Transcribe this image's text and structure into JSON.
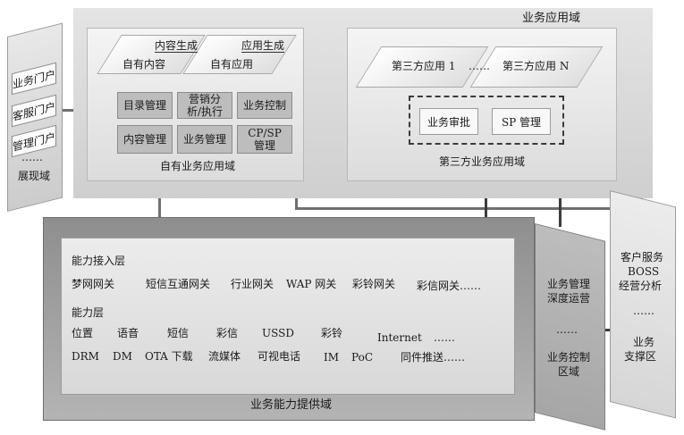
{
  "app_domain": {
    "title": "业务应用域",
    "own": {
      "label": "自有业务应用域",
      "content_gen": "内容生成",
      "own_content": "自有内容",
      "app_gen": "应用生成",
      "own_app": "自有应用",
      "modules": [
        "目录管理",
        "营销分",
        "析/执行",
        "业务控制",
        "内容管理",
        "业务管理",
        "CP/SP",
        "管理"
      ]
    },
    "third": {
      "label": "第三方业务应用域",
      "app1": "第三方应用 1",
      "dots": "……",
      "appN": "第三方应用 N",
      "approve": "业务审批",
      "sp": "SP 管理"
    }
  },
  "presentation": {
    "portals": [
      "业务门户",
      "客服门户",
      "管理门户",
      "……"
    ],
    "label": "展现域"
  },
  "capability": {
    "label": "业务能力提供域",
    "access_layer": {
      "title": "能力接入层",
      "items": [
        "梦网网关",
        "短信互通网关",
        "行业网关",
        "WAP 网关",
        "彩铃网关",
        "彩信网关……"
      ]
    },
    "layer": {
      "title": "能力层",
      "row1": [
        "位置",
        "语音",
        "短信",
        "彩信",
        "USSD",
        "彩铃",
        "Internet",
        "……"
      ],
      "row2": [
        "DRM",
        "DM",
        "OTA 下载",
        "流媒体",
        "可视电话",
        "IM",
        "PoC",
        "同件推送……"
      ]
    }
  },
  "control": {
    "lines": [
      "业务管理",
      "深度运营",
      "……",
      "业务控制",
      "区域"
    ]
  },
  "support": {
    "lines": [
      "客户服务",
      "BOSS",
      "经营分析",
      "……",
      "业务",
      "支撑区"
    ]
  }
}
